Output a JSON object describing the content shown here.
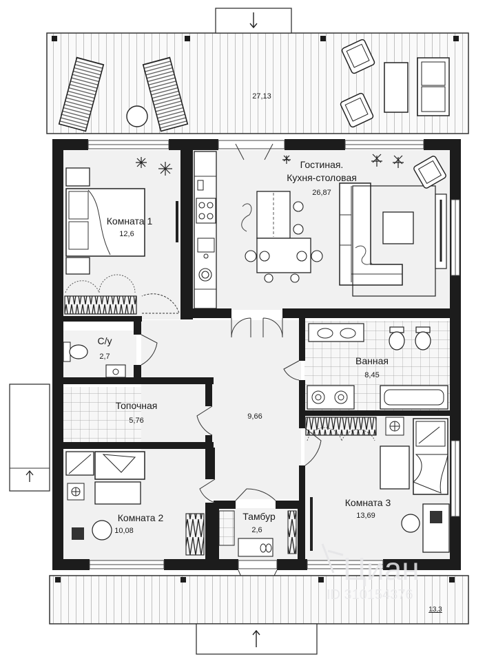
{
  "rooms": {
    "bedroom1": {
      "name": "Комната 1",
      "area": "12,6"
    },
    "living": {
      "name_line1": "Гостиная.",
      "name_line2": "Кухня-столовая",
      "area": "26,87"
    },
    "wc": {
      "name": "С/у",
      "area": "2,7"
    },
    "boiler": {
      "name": "Топочная",
      "area": "5,76"
    },
    "hall": {
      "area": "9,66"
    },
    "bath": {
      "name": "Ванная",
      "area": "8,45"
    },
    "bedroom2": {
      "name": "Комната 2",
      "area": "10,08"
    },
    "vestibule": {
      "name": "Тамбур",
      "area": "2,6"
    },
    "bedroom3": {
      "name": "Комната 3",
      "area": "13,69"
    }
  },
  "terraces": {
    "top": {
      "area": "27,13"
    },
    "bottom": {
      "area": "13,3"
    }
  },
  "watermark": {
    "brand": "Циан",
    "id": "ID 310154376"
  },
  "colors": {
    "wall": "#1c1c1c",
    "line": "#3a3a3a",
    "paper": "#f4f4f4"
  }
}
